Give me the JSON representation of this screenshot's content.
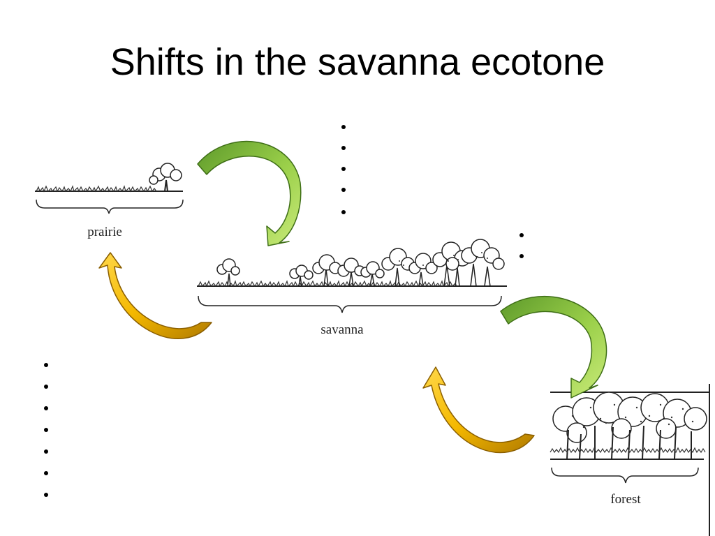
{
  "slide": {
    "title": "Shifts in the savanna ecotone"
  },
  "panels": {
    "prairie": {
      "label": "prairie"
    },
    "savanna": {
      "label": "savanna"
    },
    "forest": {
      "label": "forest"
    }
  },
  "colors": {
    "arrow_green": "#8dc63f",
    "arrow_gold": "#f2b705",
    "ink": "#222222"
  }
}
